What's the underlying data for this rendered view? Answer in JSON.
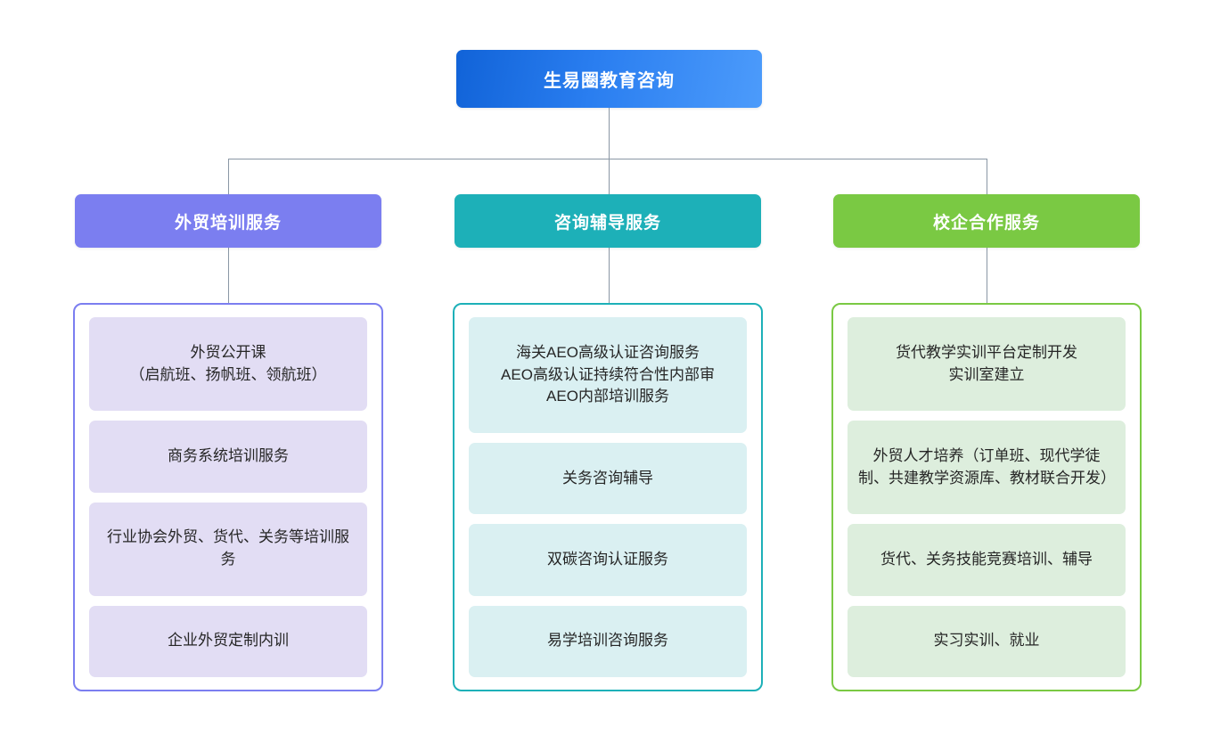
{
  "diagram": {
    "root": {
      "label": "生易圈教育咨询",
      "color": "#2a7ef0"
    },
    "branches": [
      {
        "label": "外贸培训服务",
        "color": "#7b7ef0",
        "item_fill": "#e2ddf4",
        "items": [
          "外贸公开课\n（启航班、扬帆班、领航班）",
          "商务系统培训服务",
          "行业协会外贸、货代、关务等培训服务",
          "企业外贸定制内训"
        ]
      },
      {
        "label": "咨询辅导服务",
        "color": "#1db0b8",
        "item_fill": "#daf0f2",
        "items": [
          "海关AEO高级认证咨询服务\nAEO高级认证持续符合性内部审\nAEO内部培训服务",
          "关务咨询辅导",
          "双碳咨询认证服务",
          "易学培训咨询服务"
        ]
      },
      {
        "label": "校企合作服务",
        "color": "#7ac943",
        "item_fill": "#ddeedd",
        "items": [
          "货代教学实训平台定制开发\n实训室建立",
          "外贸人才培养（订单班、现代学徒制、共建教学资源库、教材联合开发）",
          "货代、关务技能竞赛培训、辅导",
          "实习实训、就业"
        ]
      }
    ],
    "connector_color": "#8a97a5"
  }
}
